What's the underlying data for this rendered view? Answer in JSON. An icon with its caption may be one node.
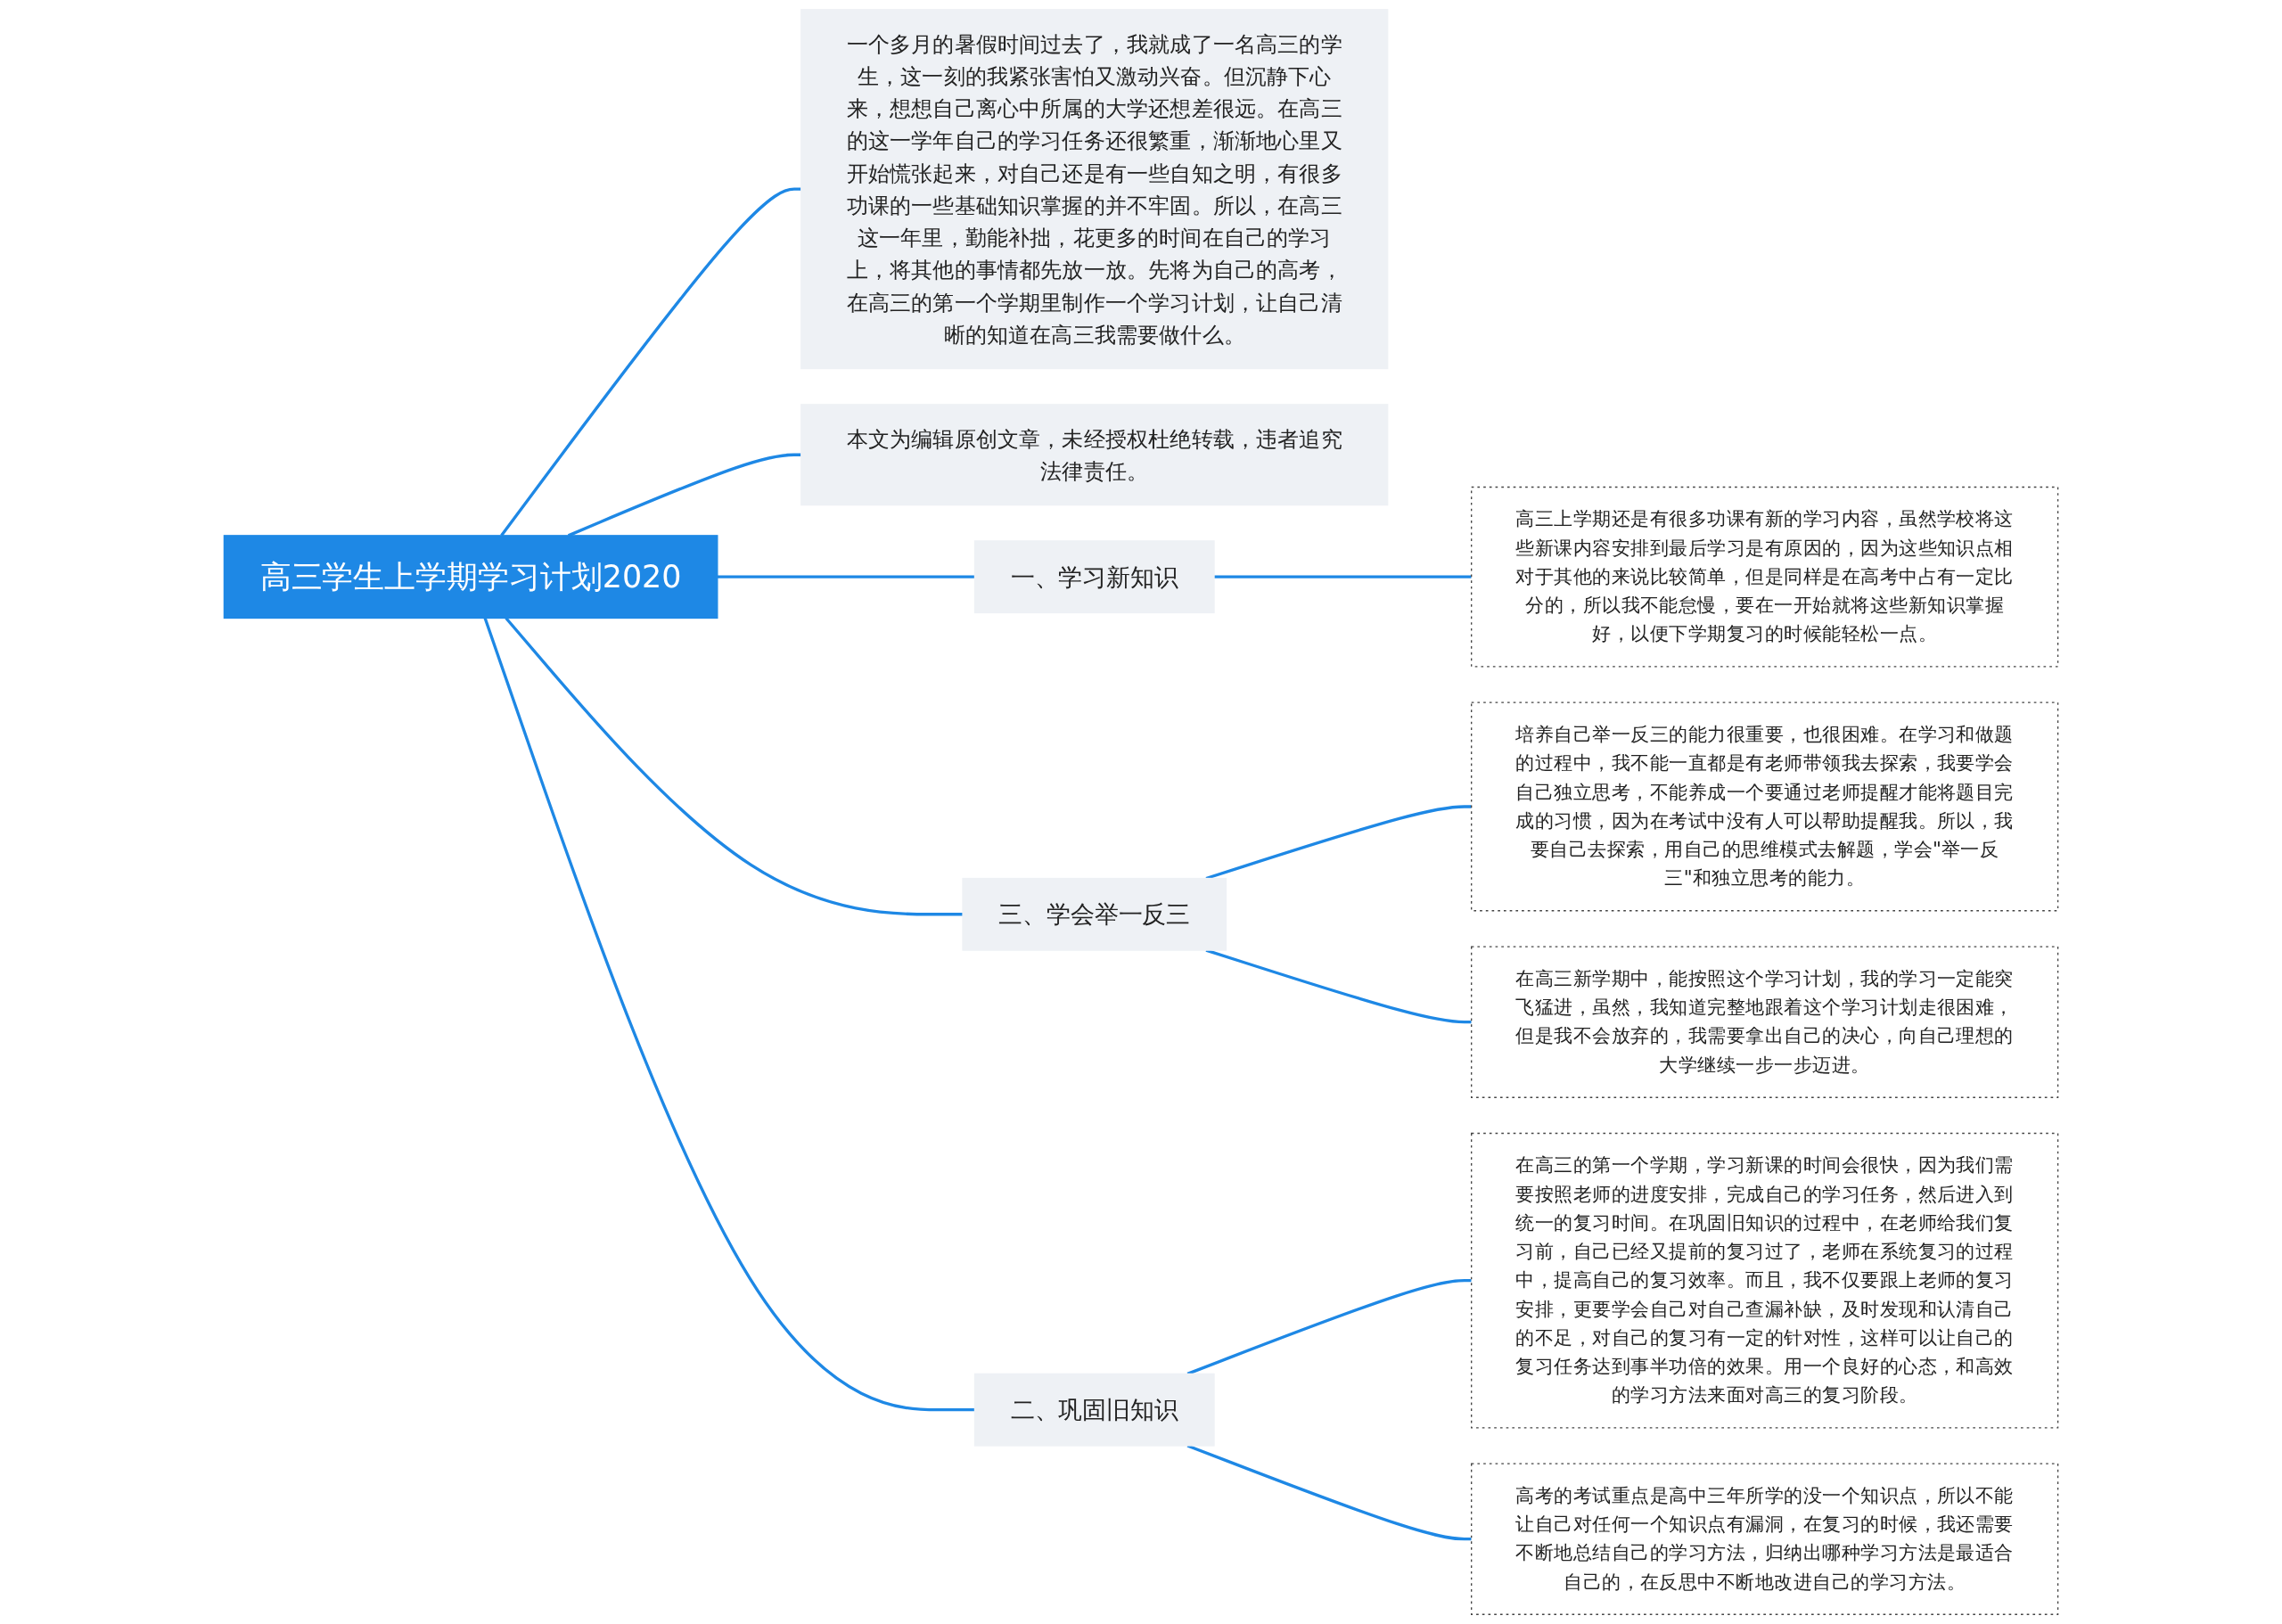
{
  "diagram": {
    "nodes": [
      {
        "text": [
          "高三学生上学期学习计划2020"
        ]
      },
      {
        "text": [
          "一、学习新知识"
        ]
      },
      {
        "text": [
          "高三上学期还是有很多功课有新的学习内容，虽然学校将这些新课内容安排到最后学习是有原因的，因为这些知识点相对于其他的来说比较简单，但是同样是在高考中占有一定比分的，所以我不能怠慢，要在一开始就将这些新知识掌握好，以便下学期复习的时候能轻松一点。"
        ]
      },
      {
        "text": [
          "三、学会举一反三"
        ]
      },
      {
        "text": [
          "培养自己举一反三的能力很重要，也很困难。在学习和做题的过程中，我不能一直都是有老师带领我去探索，我要学会自己独立思考，不能养成一个要通过老师提醒才能将题目完成的习惯，因为在考试中没有人可以帮助提醒我。所以，我要自己去探索，用自己的思维模式去解题，学会\"举一反三\"和独立思考的能力。"
        ]
      },
      {
        "text": [
          "在高三新学期中，能按照这个学习计划，我的学习一定能突飞猛进，虽然，我知道完整地跟着这个学习计划走很困难，但是我不会放弃的，我需要拿出自己的决心，向自己理想的大学继续一步一步迈进。"
        ]
      },
      {
        "text": [
          "一个多月的暑假时间过去了，我就成了一名高三的学生，这一刻的我紧张害怕又激动兴奋。但沉静下心来，想想自己离心中所属的大学还想差很远。在高三的这一学年自己的学习任务还很繁重，渐渐地心里又开始慌张起来，对自己还是有一些自知之明，有很多功课的一些基础知识掌握的并不牢固。所以，在高三这一年里，勤能补拙，花更多的时间在自己的学习上，将其他的事情都先放一放。先将为自己的高考，在高三的第一个学期里制作一个学习计划，让自己清晰的知道在高三我需要做什么。"
        ]
      },
      {
        "text": [
          "二、巩固旧知识"
        ]
      },
      {
        "text": [
          "在高三的第一个学期，学习新课的时间会很快，因为我们需要按照老师的进度安排，完成自己的学习任务，然后进入到统一的复习时间。在巩固旧知识的过程中，在老师给我们复习前，自己已经又提前的复习过了，老师在系统复习的过程中，提高自己的复习效率。而且，我不仅要跟上老师的复习安排，更要学会自己对自己查漏补缺，及时发现和认清自己的不足，对自己的复习有一定的针对性，这样可以让自己的复习任务达到事半功倍的效果。用一个良好的心态，和高效的学习方法来面对高三的复习阶段。"
        ]
      },
      {
        "text": [
          "高考的考试重点是高中三年所学的没一个知识点，所以不能让自己对任何一个知识点有漏洞，在复习的时候，我还需要不断地总结自己的学习方法，归纳出哪种学习方法是最适合自己的，在反思中不断地改进自己的学习方法。"
        ]
      },
      {
        "text": [
          "本文为编辑原创文章，未经授权杜绝转载，违者追究法律责任。"
        ]
      }
    ],
    "edges": [
      {
        "from": 0,
        "to": 1,
        "arrow": "none"
      },
      {
        "from": 1,
        "to": 2,
        "arrow": "none"
      },
      {
        "from": 0,
        "to": 3,
        "arrow": "none"
      },
      {
        "from": 3,
        "to": 4,
        "arrow": "none"
      },
      {
        "from": 3,
        "to": 5,
        "arrow": "none"
      },
      {
        "from": 0,
        "to": 6,
        "arrow": "none"
      },
      {
        "from": 0,
        "to": 7,
        "arrow": "none"
      },
      {
        "from": 7,
        "to": 8,
        "arrow": "none"
      },
      {
        "from": 7,
        "to": 9,
        "arrow": "none"
      },
      {
        "from": 0,
        "to": 10,
        "arrow": "none"
      }
    ]
  }
}
